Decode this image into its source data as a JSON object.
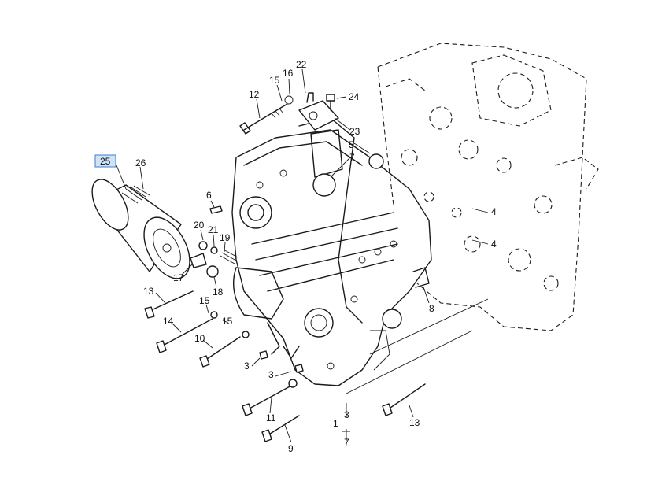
{
  "diagram": {
    "highlighted_label": "25",
    "callouts": [
      "25",
      "26",
      "12",
      "15",
      "16",
      "22",
      "24",
      "23",
      "5",
      "7",
      "6",
      "20",
      "21",
      "19",
      "17",
      "18",
      "13",
      "15",
      "14",
      "15",
      "10",
      "3",
      "3",
      "11",
      "9",
      "3",
      "1",
      "7",
      "13",
      "8",
      "4",
      "4"
    ],
    "colors": {
      "line": "#1a1a1a",
      "highlight_fill": "#cfe3f7",
      "highlight_border": "#3d7cc9"
    }
  }
}
